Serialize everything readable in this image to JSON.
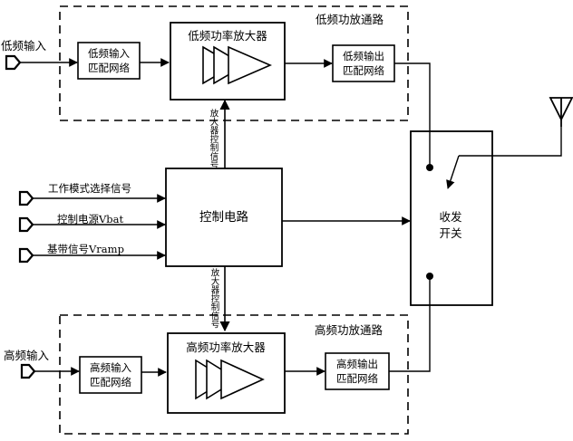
{
  "low_band": {
    "region_label": "低频功放通路",
    "input_port_label": "低频输入",
    "input_match": [
      "低频输入",
      "匹配网络"
    ],
    "pa_label": "低频功率放大器",
    "output_match": [
      "低频输出",
      "匹配网络"
    ]
  },
  "high_band": {
    "region_label": "高频功放通路",
    "input_port_label": "高频输入",
    "input_match": [
      "高频输入",
      "匹配网络"
    ],
    "pa_label": "高频功率放大器",
    "output_match": [
      "高频输出",
      "匹配网络"
    ]
  },
  "control": {
    "label": "控制电路",
    "signals": [
      "工作模式选择信号",
      "控制电源Vbat",
      "基带信号Vramp"
    ],
    "upper_link_label": "放大器控制信号",
    "lower_link_label": "放大器控制信号"
  },
  "switch": {
    "label": [
      "收发",
      "开关"
    ]
  },
  "icons": [
    "input-port-icon",
    "amplifier-triangle-icon",
    "antenna-icon",
    "arrow-icon"
  ]
}
